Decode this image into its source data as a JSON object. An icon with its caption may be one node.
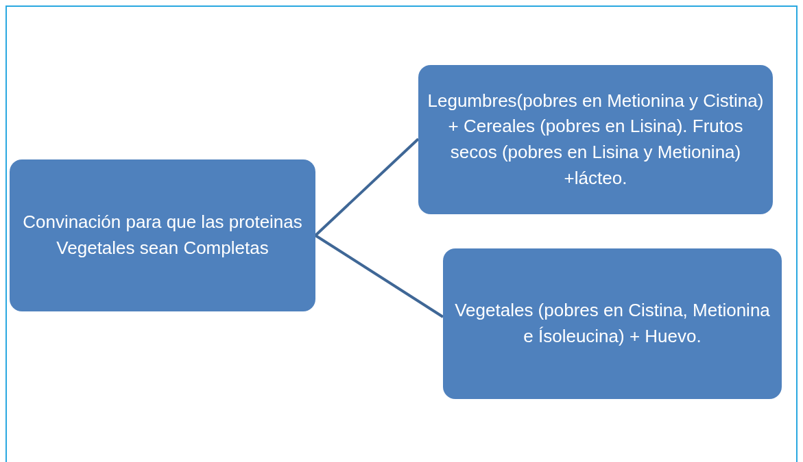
{
  "diagram": {
    "nodes": [
      {
        "text": [
          "Convinación para que las proteinas Vegetales sean Completas"
        ]
      },
      {
        "text": [
          "Legumbres(pobres en Metionina y Cistina) + Cereales (pobres en Lisina). Frutos secos (pobres en Lisina y Metionina) +lácteo."
        ]
      },
      {
        "text": [
          "Vegetales (pobres en Cistina, Metionina e Ísoleucina) + Huevo."
        ]
      }
    ],
    "edges": [
      {
        "from": 0,
        "to": 1,
        "arrow": "none"
      },
      {
        "from": 0,
        "to": 2,
        "arrow": "none"
      }
    ]
  }
}
